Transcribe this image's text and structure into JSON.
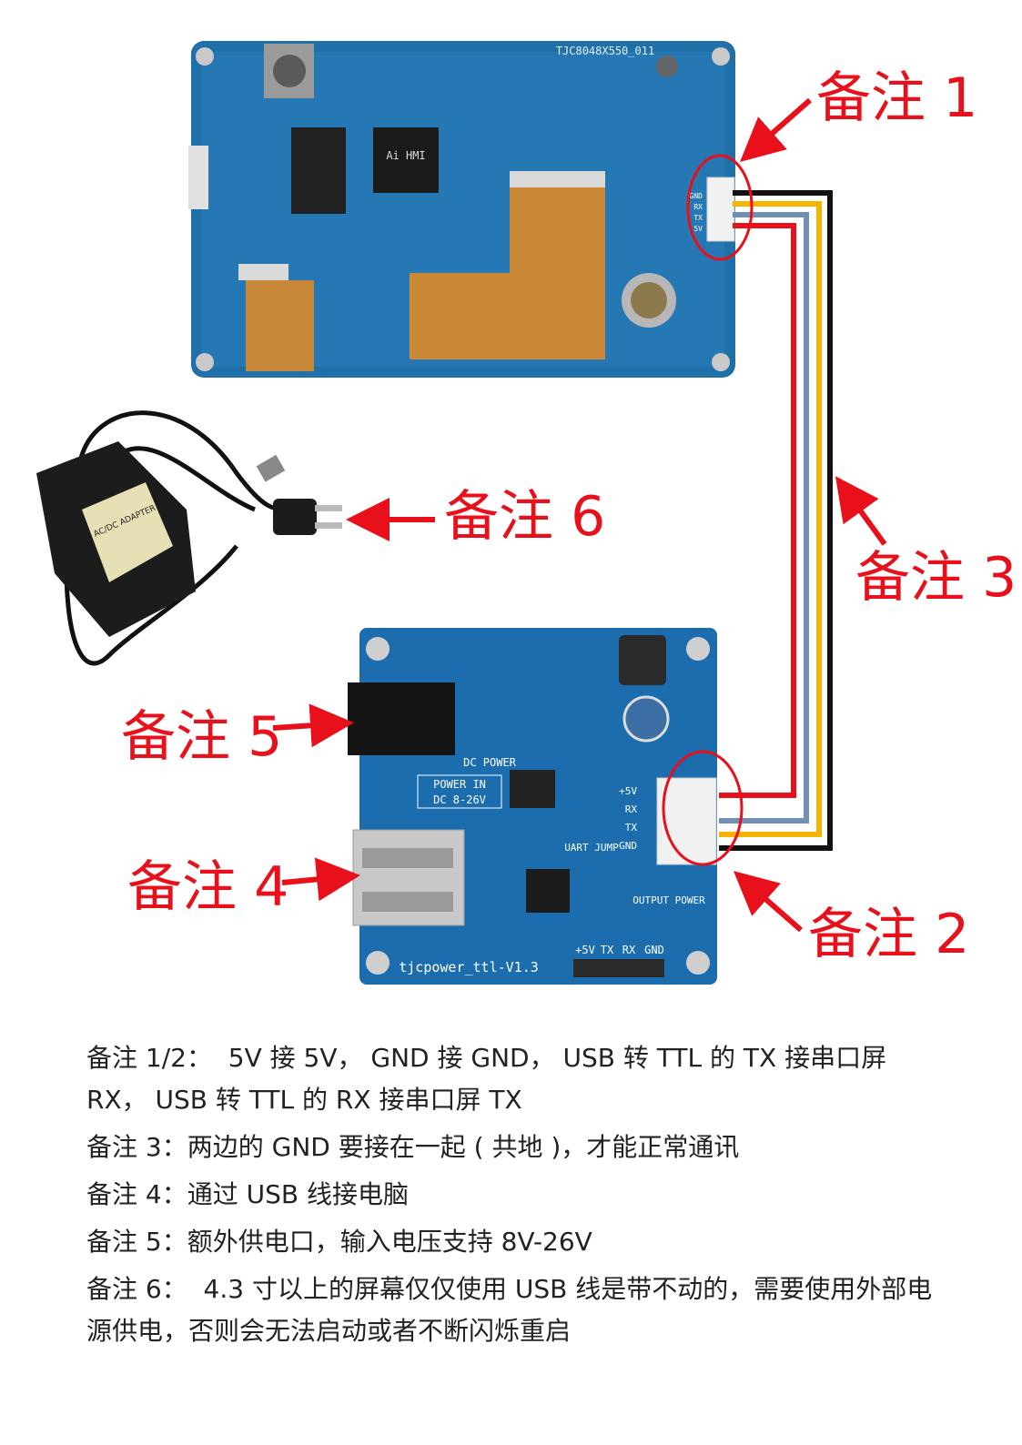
{
  "callouts": {
    "c1": "备注 1",
    "c2": "备注 2",
    "c3": "备注 3",
    "c4": "备注 4",
    "c5": "备注 5",
    "c6": "备注 6"
  },
  "screen_board": {
    "model": "TJC8048X550_011",
    "chip": "Ai HMI",
    "pins": [
      "GND",
      "RX",
      "TX",
      "5V"
    ]
  },
  "adapter": {
    "label": "AC/DC ADAPTER"
  },
  "power_board": {
    "name": "tjcpower_ttl-V1.3",
    "dc_power": "DC POWER",
    "power_in": "POWER IN",
    "dc_range": "DC 8-26V",
    "uart_jump": "UART JUMP",
    "output_power": "OUTPUT POWER",
    "side_pins": [
      "+5V",
      "RX",
      "TX",
      "GND"
    ],
    "bottom_pins": [
      "+5V",
      "TX",
      "RX",
      "GND"
    ]
  },
  "wires": {
    "colors": [
      "#111111",
      "#f5b400",
      "#6f8fb5",
      "#e8101a"
    ]
  },
  "notes": [
    "备注 1/2：  5V 接 5V， GND 接 GND， USB 转 TTL 的 TX 接串口屏 RX， USB 转 TTL 的 RX 接串口屏 TX",
    "备注 3：两边的 GND 要接在一起 ( 共地 )，才能正常通讯",
    "备注 4：通过 USB 线接电脑",
    "备注 5：额外供电口，输入电压支持 8V-26V",
    "备注 6：  4.3 寸以上的屏幕仅仅使用 USB 线是带不动的，需要使用外部电源供电，否则会无法启动或者不断闪烁重启"
  ]
}
